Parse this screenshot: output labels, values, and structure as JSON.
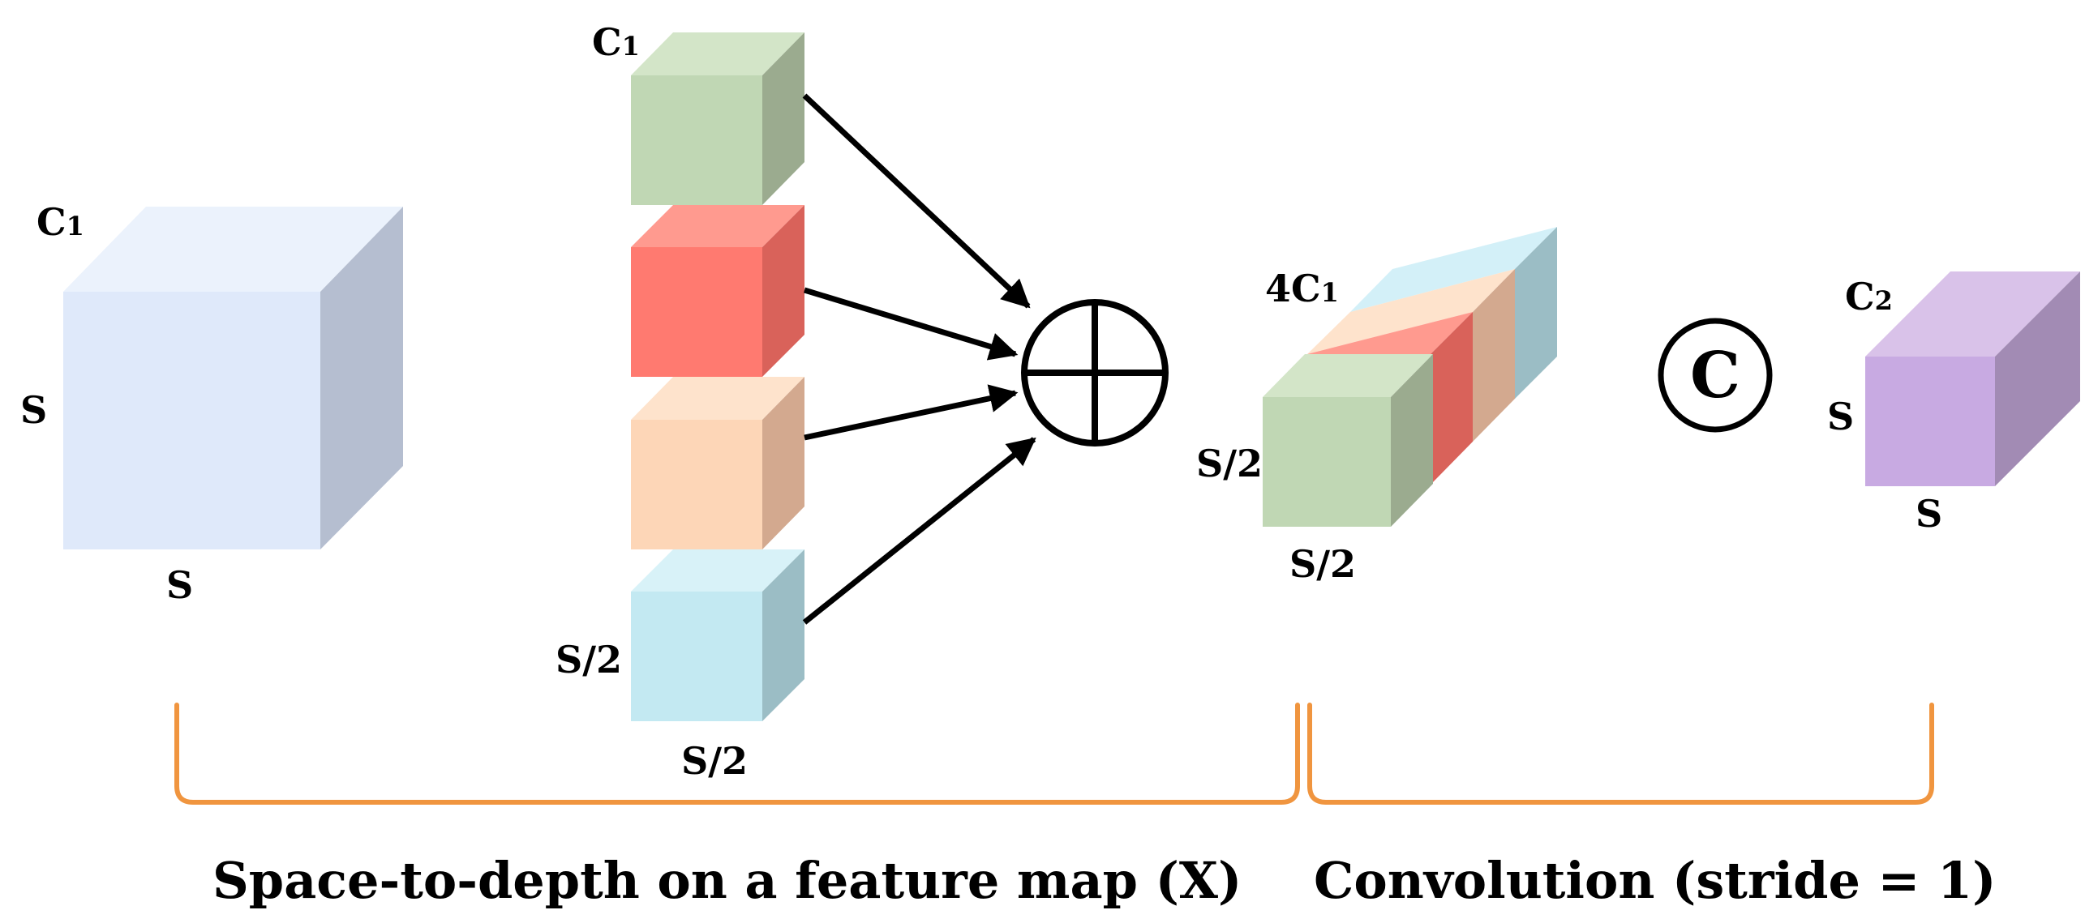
{
  "colors": {
    "input_cube": "#dfe9fa",
    "slice_green": "#c0d7b4",
    "slice_red": "#ff7a70",
    "slice_peach": "#fdd6b7",
    "slice_blue": "#c3e9f2",
    "output_cube": "#c8aae2",
    "bracket": "#f0953f"
  },
  "input_cube": {
    "channel_label": "C",
    "channel_sub": "1",
    "height_label": "S",
    "width_label": "S"
  },
  "slices": {
    "channel_label": "C",
    "channel_sub": "1",
    "height_label": "S/2",
    "width_label": "S/2"
  },
  "concat": {
    "symbol_icon": "circled-plus-icon"
  },
  "stacked": {
    "channel_label": "4C",
    "channel_sub": "1",
    "height_label": "S/2",
    "width_label": "S/2"
  },
  "conv": {
    "symbol": "C"
  },
  "output_cube": {
    "channel_label": "C",
    "channel_sub": "2",
    "height_label": "S",
    "width_label": "S"
  },
  "captions": {
    "left": "Space-to-depth on a feature map (X)",
    "right": "Convolution (stride = 1)"
  }
}
